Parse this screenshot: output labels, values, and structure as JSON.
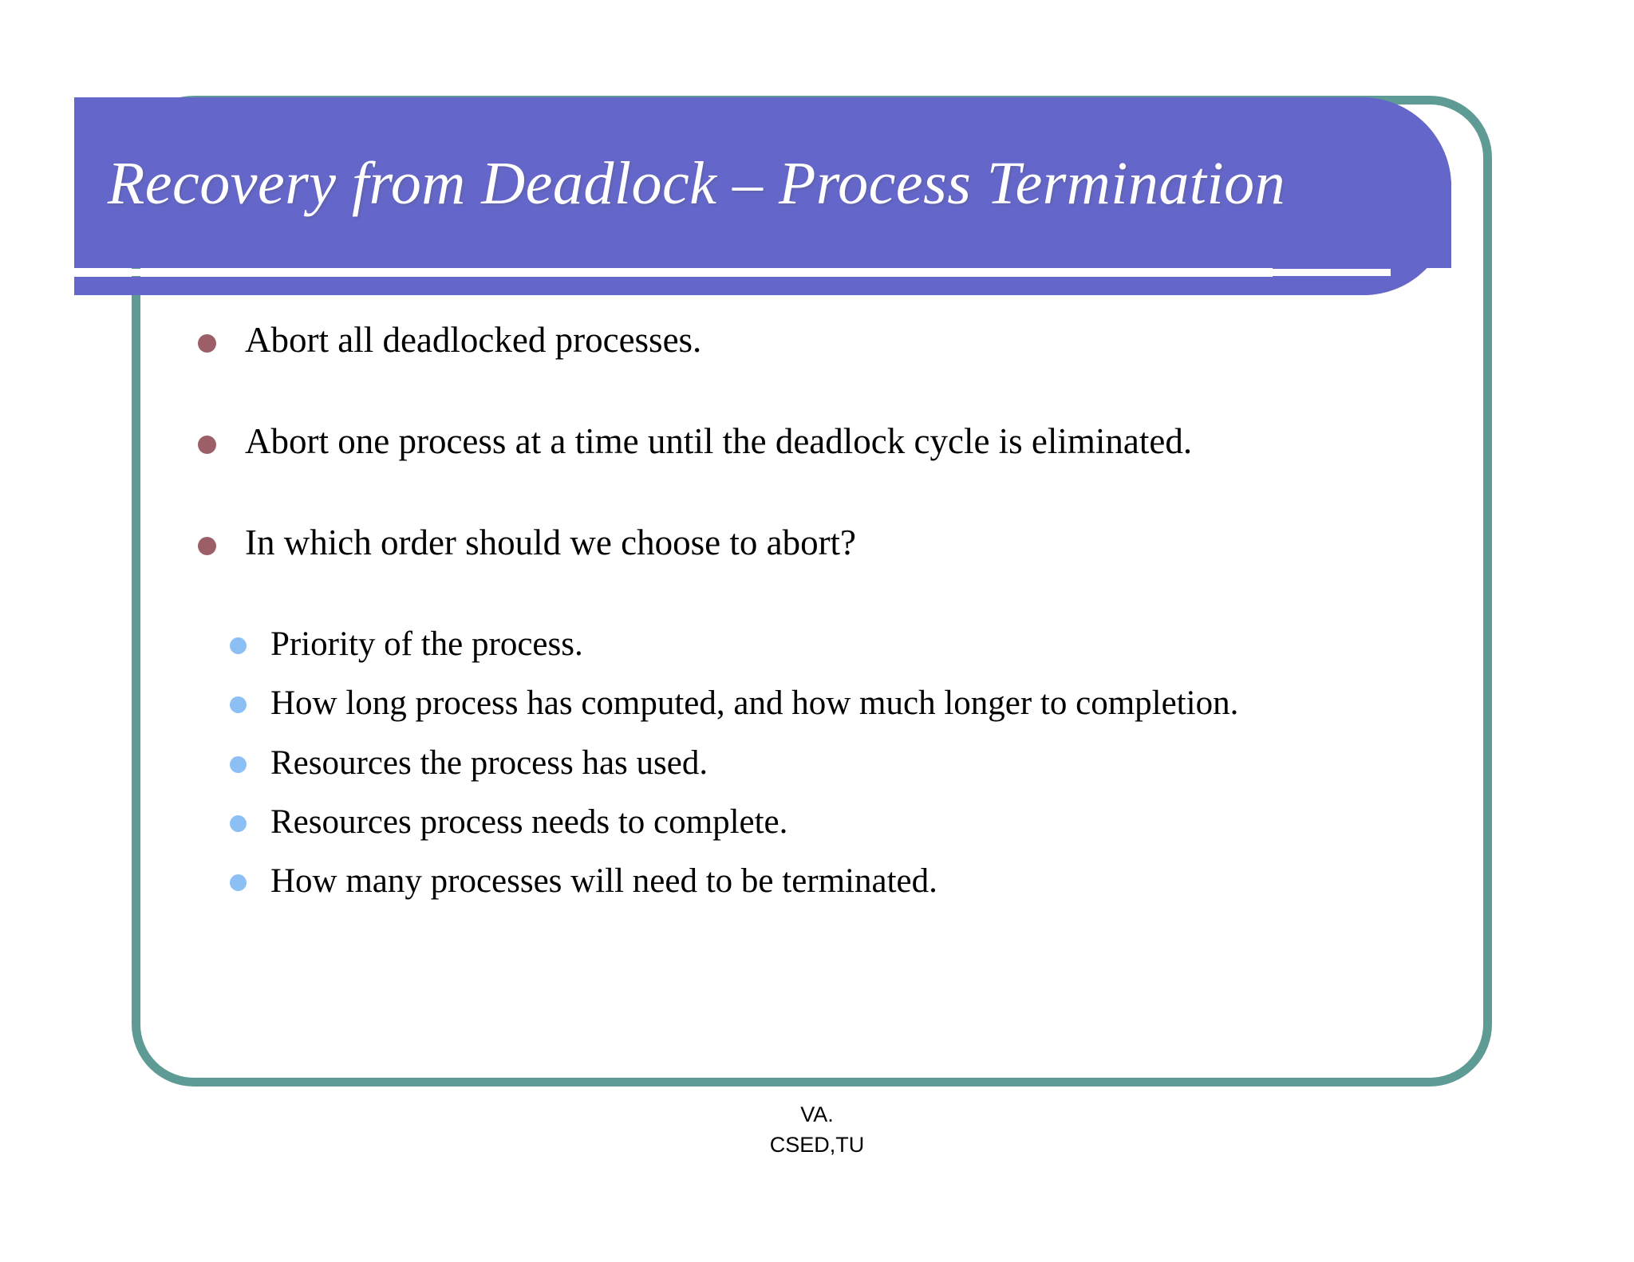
{
  "slide": {
    "title": "Recovery from Deadlock – Process Termination",
    "theme": {
      "title_banner_color": "#6467c9",
      "frame_border_color": "#5f9b95",
      "level1_bullet_color": "#9c5f68",
      "level2_bullet_color": "#8cc0f5",
      "title_text_color": "#ffffff",
      "body_text_color": "#000000",
      "background_color": "#ffffff"
    },
    "bullets": [
      {
        "text": "Abort all deadlocked processes."
      },
      {
        "text": "Abort one process at a time until the deadlock cycle is eliminated."
      },
      {
        "text": "In which order should we choose to abort?"
      }
    ],
    "sub_bullets": [
      {
        "text": "Priority of the process."
      },
      {
        "text": "How long process has computed, and how much longer to completion."
      },
      {
        "text": "Resources the process has used."
      },
      {
        "text": "Resources process needs to complete."
      },
      {
        "text": "How many processes will need to be terminated."
      }
    ],
    "footer": {
      "line1": "VA.",
      "line2": "CSED,TU"
    }
  }
}
